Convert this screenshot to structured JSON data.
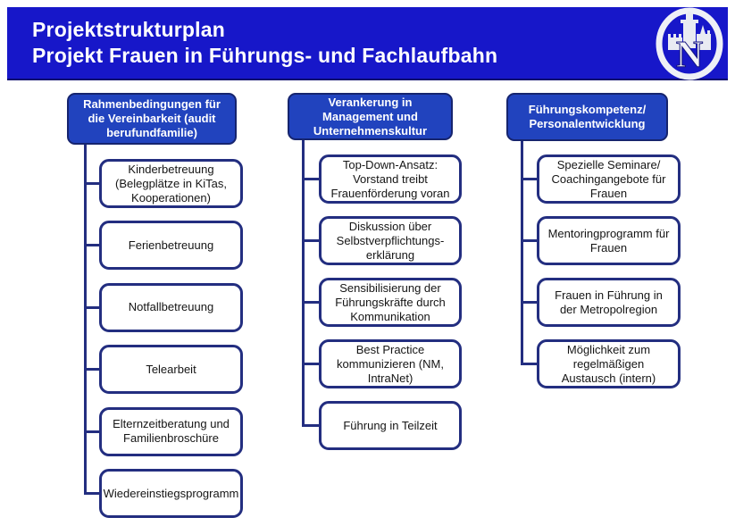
{
  "header": {
    "title_line1": "Projektstrukturplan",
    "title_line2": "Projekt Frauen in Führungs- und Fachlaufbahn",
    "logo_letter": "N"
  },
  "colors": {
    "top_bar_blue": "#1717c9",
    "column_header_fill": "#2143be",
    "column_header_border": "#16246e",
    "box_border_navy": "#232e80",
    "connector_navy": "#232e80",
    "title_text": "#ffffff",
    "box_text": "#151515"
  },
  "columns": [
    {
      "title": "Rahmenbedingungen für die Vereinbarkeit (audit berufundfamilie)",
      "items": [
        "Kinderbetreuung (Belegplätze in KiTas, Kooperationen)",
        "Ferienbetreuung",
        "Notfallbetreuung",
        "Telearbeit",
        "Elternzeitberatung und Familienbroschüre",
        "Wiedereinstiegsprogramm"
      ]
    },
    {
      "title": "Verankerung in Management und Unternehmenskultur",
      "items": [
        "Top-Down-Ansatz: Vorstand treibt Frauenförderung voran",
        "Diskussion über Selbstverpflichtungs-erklärung",
        "Sensibilisierung der Führungskräfte durch Kommunikation",
        "Best Practice kommunizieren (NM, IntraNet)",
        "Führung in Teilzeit"
      ]
    },
    {
      "title": "Führungskompetenz/ Personalentwicklung",
      "items": [
        "Spezielle Seminare/ Coachingangebote für Frauen",
        "Mentoringprogramm für Frauen",
        "Frauen in Führung in der Metropolregion",
        "Möglichkeit zum regelmäßigen Austausch (intern)"
      ]
    }
  ]
}
